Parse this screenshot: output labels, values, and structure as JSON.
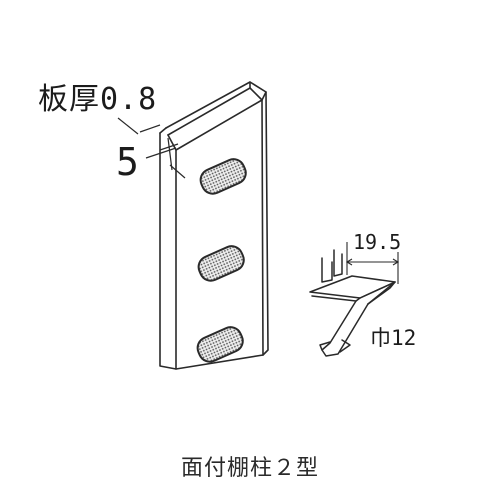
{
  "figure": {
    "caption": "面付棚柱２型",
    "labels": {
      "plate_thickness": "板厚0.8",
      "depth": "5",
      "bracket_width": "19.5",
      "bracket_height": "巾12"
    }
  },
  "colors": {
    "ink": "#2a2a2a",
    "slot_fill": "#9a9a9a",
    "background": "#ffffff"
  }
}
